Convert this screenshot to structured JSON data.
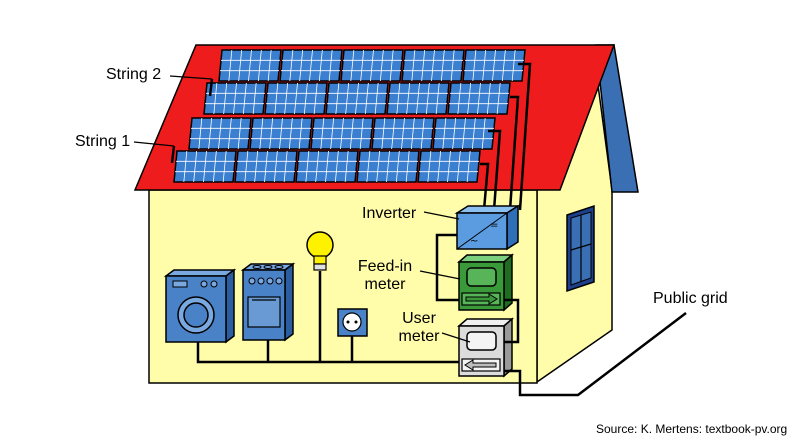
{
  "labels": {
    "string_2": "String 2",
    "string_1": "String 1",
    "inverter": "Inverter",
    "feedin_line1": "Feed-in",
    "feedin_line2": "meter",
    "user_line1": "User",
    "user_line2": "meter",
    "public_grid": "Public grid",
    "source": "Source: K. Mertens: textbook-pv.org"
  },
  "colors": {
    "roof": "#ee1c1c",
    "roof_side": "#3a6fb3",
    "wall": "#fffcaa",
    "panel": "#3b7fd1",
    "appliance": "#4a82c8",
    "inverter": "#5b9be0",
    "feedin_meter": "#3a9a3a",
    "user_meter": "#dcdcdc",
    "bulb": "#fff200",
    "wire": "#000000"
  },
  "icons": [
    "washing-machine-icon",
    "stove-icon",
    "light-bulb-icon",
    "socket-icon",
    "inverter-icon",
    "feed-in-meter-icon",
    "user-meter-icon",
    "window-icon"
  ]
}
